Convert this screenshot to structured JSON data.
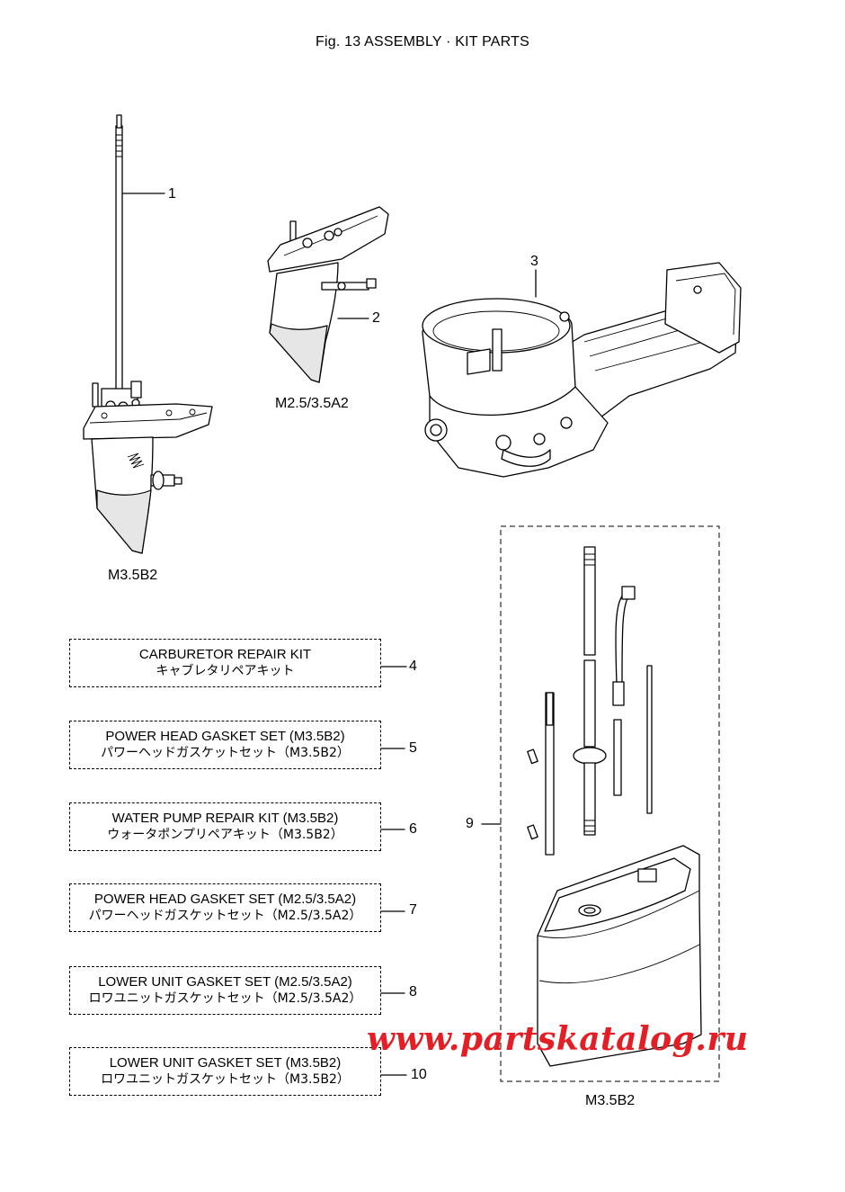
{
  "figure": {
    "title": "Fig. 13    ASSEMBLY · KIT PARTS"
  },
  "parts": [
    {
      "callout": "1"
    },
    {
      "callout": "2"
    },
    {
      "callout": "3"
    },
    {
      "callout": "9"
    }
  ],
  "models": {
    "lower_unit_b2": "M3.5B2",
    "lower_unit_a2": "M2.5/3.5A2",
    "kit_b2": "M3.5B2"
  },
  "kits": [
    {
      "callout": "4",
      "en": "CARBURETOR REPAIR KIT",
      "jp": "キャブレタリペアキット"
    },
    {
      "callout": "5",
      "en": "POWER HEAD GASKET SET (M3.5B2)",
      "jp": "パワーヘッドガスケットセット（M3.5B2）"
    },
    {
      "callout": "6",
      "en": "WATER PUMP REPAIR KIT (M3.5B2)",
      "jp": "ウォータポンプリペアキット（M3.5B2）"
    },
    {
      "callout": "7",
      "en": "POWER HEAD GASKET SET (M2.5/3.5A2)",
      "jp": "パワーヘッドガスケットセット（M2.5/3.5A2）"
    },
    {
      "callout": "8",
      "en": "LOWER UNIT GASKET SET (M2.5/3.5A2)",
      "jp": "ロワユニットガスケットセット（M2.5/3.5A2）"
    },
    {
      "callout": "10",
      "en": "LOWER UNIT GASKET SET (M3.5B2)",
      "jp": "ロワユニットガスケットセット（M3.5B2）"
    }
  ],
  "watermark": "www.partskatalog.ru",
  "colors": {
    "watermark": "#e31e24",
    "line": "#000000",
    "background": "#ffffff"
  }
}
